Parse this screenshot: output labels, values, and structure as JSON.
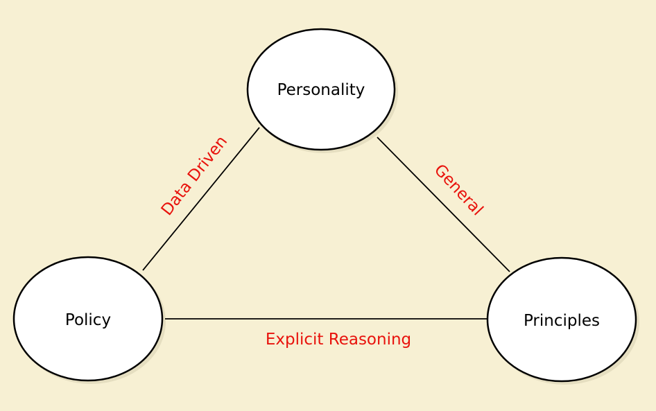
{
  "nodes": {
    "personality": "Personality",
    "policy": "Policy",
    "principles": "Principles"
  },
  "edges": {
    "personality_policy": "Data Driven",
    "personality_principles": "General",
    "policy_principles": "Explicit Reasoning"
  },
  "colors": {
    "background": "#f7f0d3",
    "edge_label": "#e8120c",
    "node_fill": "#ffffff",
    "stroke": "#000000"
  }
}
